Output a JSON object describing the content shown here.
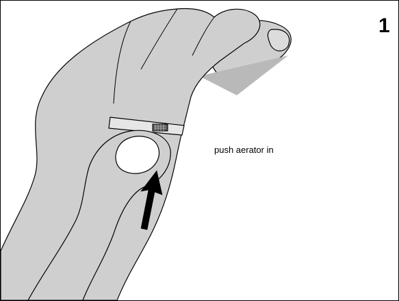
{
  "figure": {
    "step_number": "1",
    "caption": "push aerator in"
  },
  "illustration": {
    "subject": "hand",
    "arrow_direction": "up",
    "colors": {
      "skin": "#cfcfcf",
      "shadow": "#b9b9b9",
      "outline": "#000000",
      "arrow": "#000000",
      "background": "#ffffff"
    }
  }
}
